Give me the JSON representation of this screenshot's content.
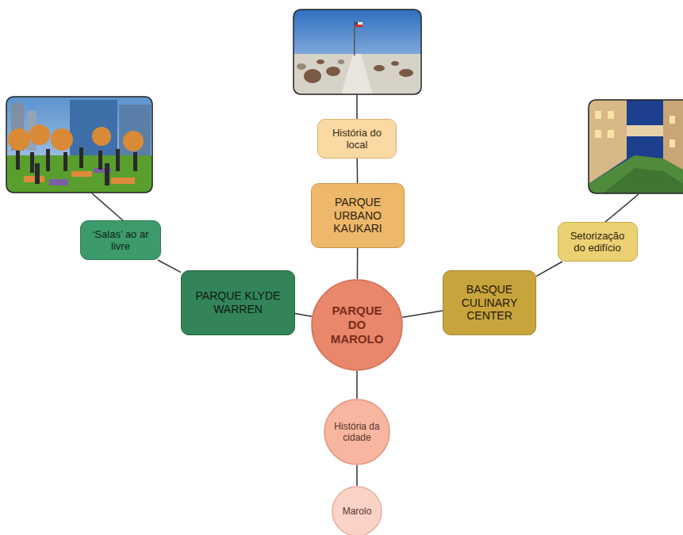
{
  "diagram": {
    "nodes": [
      {
        "text": [
          "História do local"
        ]
      },
      {
        "text": [
          "PARQUE URBANO KAUKARI"
        ]
      },
      {
        "text": [
          "‘Salas’ ao ar livre"
        ]
      },
      {
        "text": [
          "Setorização do edifício"
        ]
      },
      {
        "text": [
          "PARQUE KLYDE WARREN"
        ]
      },
      {
        "text": [
          "PARQUE DO MAROLO"
        ]
      },
      {
        "text": [
          "BASQUE CULINARY CENTER"
        ]
      },
      {
        "text": [
          "História da cidade"
        ]
      },
      {
        "text": [
          "Marolo"
        ]
      }
    ],
    "edges": [
      {
        "from": 5,
        "to": 4,
        "arrow": "none"
      },
      {
        "from": 5,
        "to": 1,
        "arrow": "none"
      },
      {
        "from": 5,
        "to": 6,
        "arrow": "none"
      },
      {
        "from": 5,
        "to": 7,
        "arrow": "none"
      },
      {
        "from": 4,
        "to": 2,
        "arrow": "none"
      },
      {
        "from": 1,
        "to": 0,
        "arrow": "none"
      },
      {
        "from": 6,
        "to": 3,
        "arrow": "none"
      },
      {
        "from": 7,
        "to": 8,
        "arrow": "none"
      }
    ]
  }
}
